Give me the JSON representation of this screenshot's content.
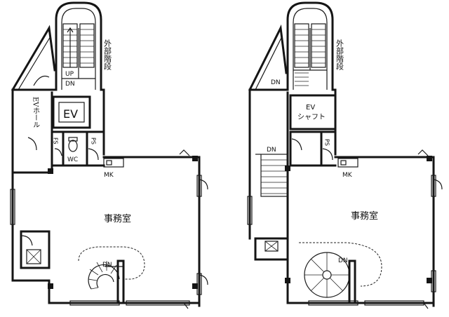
{
  "floor_left": {
    "external_stairs": "外部階段",
    "up_label": "UP",
    "dn_label": "DN",
    "ev_label": "EV",
    "ev_hall": "EVホール",
    "fs": "FS",
    "wc": "WC",
    "ps": "PS",
    "mk": "MK",
    "office": "事務室",
    "spiral_dn": "DN"
  },
  "floor_right": {
    "external_stairs": "外部階段",
    "dn_top": "DN",
    "ev_shaft_line1": "EV",
    "ev_shaft_line2": "シャフト",
    "ps": "PS",
    "dn_stair": "DN",
    "mk": "MK",
    "office": "事務室",
    "spiral_dn": "DN"
  },
  "colors": {
    "ink": "#151515",
    "paper": "#ffffff"
  }
}
